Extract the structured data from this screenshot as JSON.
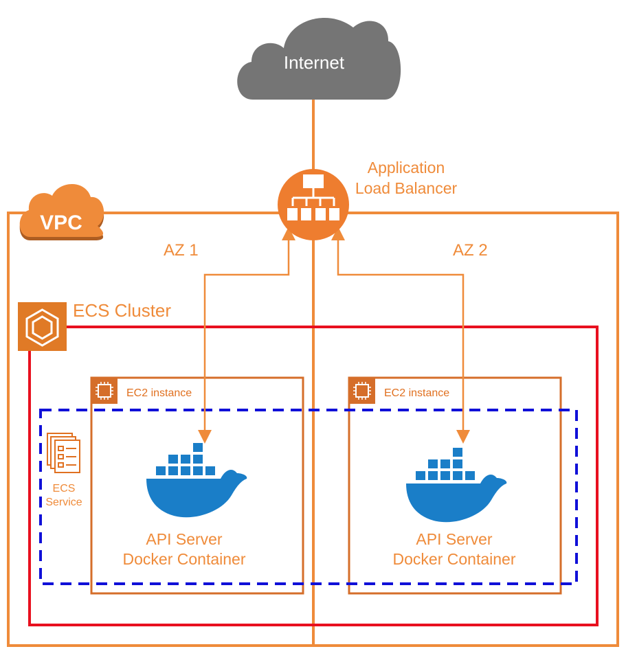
{
  "internet": {
    "label": "Internet"
  },
  "load_balancer": {
    "line1": "Application",
    "line2": "Load Balancer"
  },
  "vpc": {
    "label": "VPC"
  },
  "zones": [
    {
      "label": "AZ 1"
    },
    {
      "label": "AZ 2"
    }
  ],
  "cluster": {
    "label": "ECS Cluster"
  },
  "instances": [
    {
      "label": "EC2 instance",
      "container_line1": "API Server",
      "container_line2": "Docker Container"
    },
    {
      "label": "EC2 instance",
      "container_line1": "API Server",
      "container_line2": "Docker Container"
    }
  ],
  "service": {
    "line1": "ECS",
    "line2": "Service"
  },
  "colors": {
    "aws_orange": "#ef8b3a",
    "ec2_orange": "#d56e2a",
    "cluster_red": "#e8101f",
    "service_blue": "#1010d8",
    "cloud_gray": "#757575",
    "docker_blue": "#1a7ec8"
  },
  "icons": [
    "cloud-icon",
    "load-balancer-icon",
    "vpc-cloud-icon",
    "ecs-icon",
    "ec2-chip-icon",
    "ecs-service-icon",
    "docker-icon"
  ]
}
